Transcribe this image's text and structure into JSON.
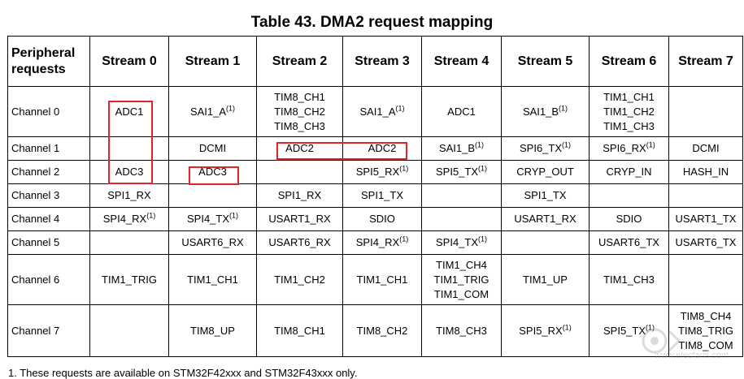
{
  "title": "Table 43. DMA2 request mapping",
  "header": [
    "Peripheral requests",
    "Stream 0",
    "Stream 1",
    "Stream 2",
    "Stream 3",
    "Stream 4",
    "Stream 5",
    "Stream 6",
    "Stream 7"
  ],
  "rows": [
    {
      "label": "Channel 0",
      "cells": [
        {
          "lines": [
            "ADC1"
          ]
        },
        {
          "lines": [
            "SAI1_A"
          ],
          "fn": "(1)"
        },
        {
          "lines": [
            "TIM8_CH1",
            "TIM8_CH2",
            "TIM8_CH3"
          ]
        },
        {
          "lines": [
            "SAI1_A"
          ],
          "fn": "(1)"
        },
        {
          "lines": [
            "ADC1"
          ]
        },
        {
          "lines": [
            "SAI1_B"
          ],
          "fn": "(1)"
        },
        {
          "lines": [
            "TIM1_CH1",
            "TIM1_CH2",
            "TIM1_CH3"
          ]
        },
        {
          "lines": [
            ""
          ]
        }
      ]
    },
    {
      "label": "Channel 1",
      "cells": [
        {
          "lines": [
            ""
          ]
        },
        {
          "lines": [
            "DCMI"
          ]
        },
        {
          "lines": [
            "ADC2"
          ]
        },
        {
          "lines": [
            "ADC2"
          ]
        },
        {
          "lines": [
            "SAI1_B"
          ],
          "fn": "(1)"
        },
        {
          "lines": [
            "SPI6_TX"
          ],
          "fn": "(1)"
        },
        {
          "lines": [
            "SPI6_RX"
          ],
          "fn": "(1)"
        },
        {
          "lines": [
            "DCMI"
          ]
        }
      ]
    },
    {
      "label": "Channel 2",
      "cells": [
        {
          "lines": [
            "ADC3"
          ]
        },
        {
          "lines": [
            "ADC3"
          ]
        },
        {
          "lines": [
            ""
          ]
        },
        {
          "lines": [
            "SPI5_RX"
          ],
          "fn": "(1)"
        },
        {
          "lines": [
            "SPI5_TX"
          ],
          "fn": "(1)"
        },
        {
          "lines": [
            "CRYP_OUT"
          ]
        },
        {
          "lines": [
            "CRYP_IN"
          ]
        },
        {
          "lines": [
            "HASH_IN"
          ]
        }
      ]
    },
    {
      "label": "Channel 3",
      "cells": [
        {
          "lines": [
            "SPI1_RX"
          ]
        },
        {
          "lines": [
            ""
          ]
        },
        {
          "lines": [
            "SPI1_RX"
          ]
        },
        {
          "lines": [
            "SPI1_TX"
          ]
        },
        {
          "lines": [
            ""
          ]
        },
        {
          "lines": [
            "SPI1_TX"
          ]
        },
        {
          "lines": [
            ""
          ]
        },
        {
          "lines": [
            ""
          ]
        }
      ]
    },
    {
      "label": "Channel 4",
      "cells": [
        {
          "lines": [
            "SPI4_RX"
          ],
          "fn": "(1)"
        },
        {
          "lines": [
            "SPI4_TX"
          ],
          "fn": "(1)"
        },
        {
          "lines": [
            "USART1_RX"
          ]
        },
        {
          "lines": [
            "SDIO"
          ]
        },
        {
          "lines": [
            ""
          ]
        },
        {
          "lines": [
            "USART1_RX"
          ]
        },
        {
          "lines": [
            "SDIO"
          ]
        },
        {
          "lines": [
            "USART1_TX"
          ]
        }
      ]
    },
    {
      "label": "Channel 5",
      "cells": [
        {
          "lines": [
            ""
          ]
        },
        {
          "lines": [
            "USART6_RX"
          ]
        },
        {
          "lines": [
            "USART6_RX"
          ]
        },
        {
          "lines": [
            "SPI4_RX"
          ],
          "fn": "(1)"
        },
        {
          "lines": [
            "SPI4_TX"
          ],
          "fn": "(1)"
        },
        {
          "lines": [
            ""
          ]
        },
        {
          "lines": [
            "USART6_TX"
          ]
        },
        {
          "lines": [
            "USART6_TX"
          ]
        }
      ]
    },
    {
      "label": "Channel 6",
      "cells": [
        {
          "lines": [
            "TIM1_TRIG"
          ]
        },
        {
          "lines": [
            "TIM1_CH1"
          ]
        },
        {
          "lines": [
            "TIM1_CH2"
          ]
        },
        {
          "lines": [
            "TIM1_CH1"
          ]
        },
        {
          "lines": [
            "TIM1_CH4",
            "TIM1_TRIG",
            "TIM1_COM"
          ]
        },
        {
          "lines": [
            "TIM1_UP"
          ]
        },
        {
          "lines": [
            "TIM1_CH3"
          ]
        },
        {
          "lines": [
            ""
          ]
        }
      ]
    },
    {
      "label": "Channel 7",
      "cells": [
        {
          "lines": [
            ""
          ]
        },
        {
          "lines": [
            "TIM8_UP"
          ]
        },
        {
          "lines": [
            "TIM8_CH1"
          ]
        },
        {
          "lines": [
            "TIM8_CH2"
          ]
        },
        {
          "lines": [
            "TIM8_CH3"
          ]
        },
        {
          "lines": [
            "SPI5_RX"
          ],
          "fn": "(1)"
        },
        {
          "lines": [
            "SPI5_TX"
          ],
          "fn": "(1)"
        },
        {
          "lines": [
            "TIM8_CH4",
            "TIM8_TRIG",
            "TIM8_COM"
          ]
        }
      ]
    }
  ],
  "footnote": "1. These requests are available on STM32F42xxx and STM32F43xxx only.",
  "watermark": "www.elecfans.com",
  "highlight_color": "#e3242b"
}
